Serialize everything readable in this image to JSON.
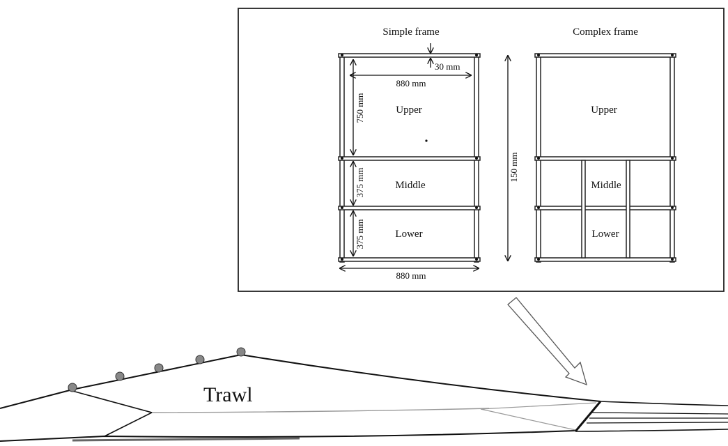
{
  "simple_frame": {
    "title": "Simple frame",
    "dim_top_gap": "30 mm",
    "dim_inner_width": "880 mm",
    "dim_upper_height": "750 mm",
    "dim_middle_height": "375 mm",
    "dim_lower_height": "375 mm",
    "dim_bottom_width": "880 mm",
    "section_upper": "Upper",
    "section_middle": "Middle",
    "section_lower": "Lower"
  },
  "overall_height": "150 mm",
  "complex_frame": {
    "title": "Complex frame",
    "section_upper": "Upper",
    "section_middle": "Middle",
    "section_lower": "Lower"
  },
  "trawl": {
    "label": "Trawl"
  }
}
